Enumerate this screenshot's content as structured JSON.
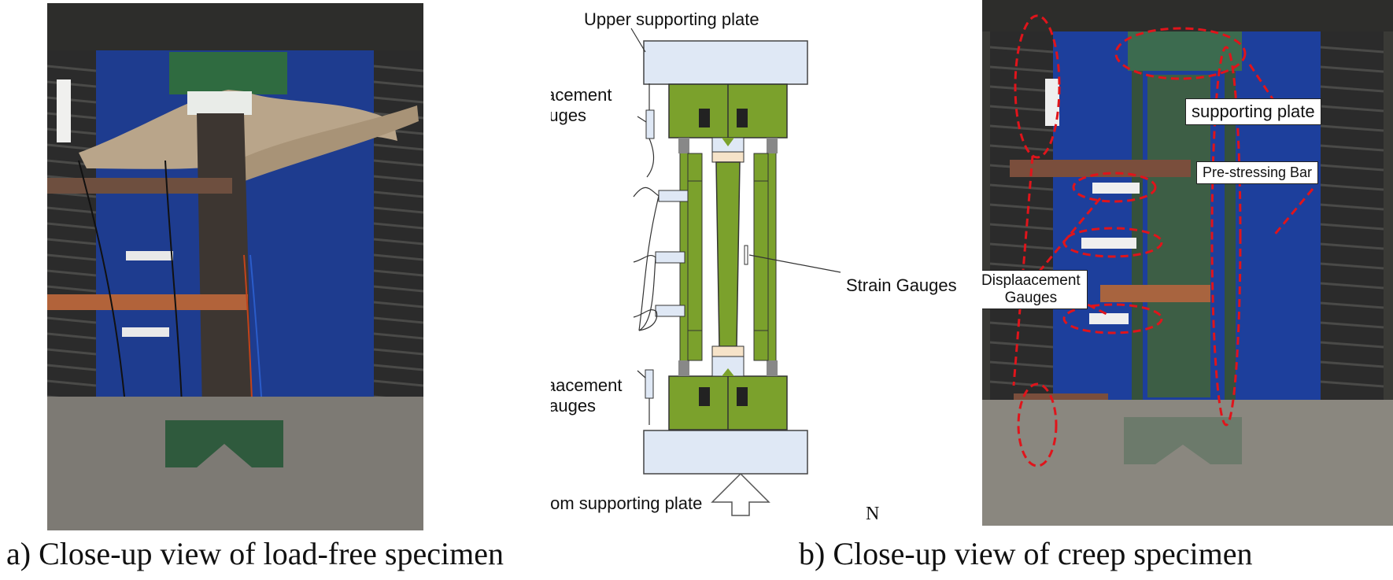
{
  "schematic": {
    "upper_plate": "Upper supporting plate",
    "bottom_plate": "Bottom supporting plate",
    "disp_upper_1": "Displaacement",
    "disp_upper_2": "Gauges",
    "disp_lower_1": "Displaacement",
    "disp_lower_2": "Gauges",
    "strain": "Strain Gauges",
    "load": "N"
  },
  "photo_right": {
    "supporting_plate": "supporting plate",
    "prestressing_bar": "Pre-stressing Bar",
    "disp_1": "Displaacement",
    "disp_2": "Gauges"
  },
  "captions": {
    "left": "a) Close-up view of load-free specimen",
    "right": "b)   Close-up view of creep specimen"
  },
  "colors": {
    "steel_green": "#7ba12c",
    "plate_blue": "#dfe8f5",
    "backdrop_blue": "#1d3f9c",
    "annotation_red": "#e0141b"
  }
}
